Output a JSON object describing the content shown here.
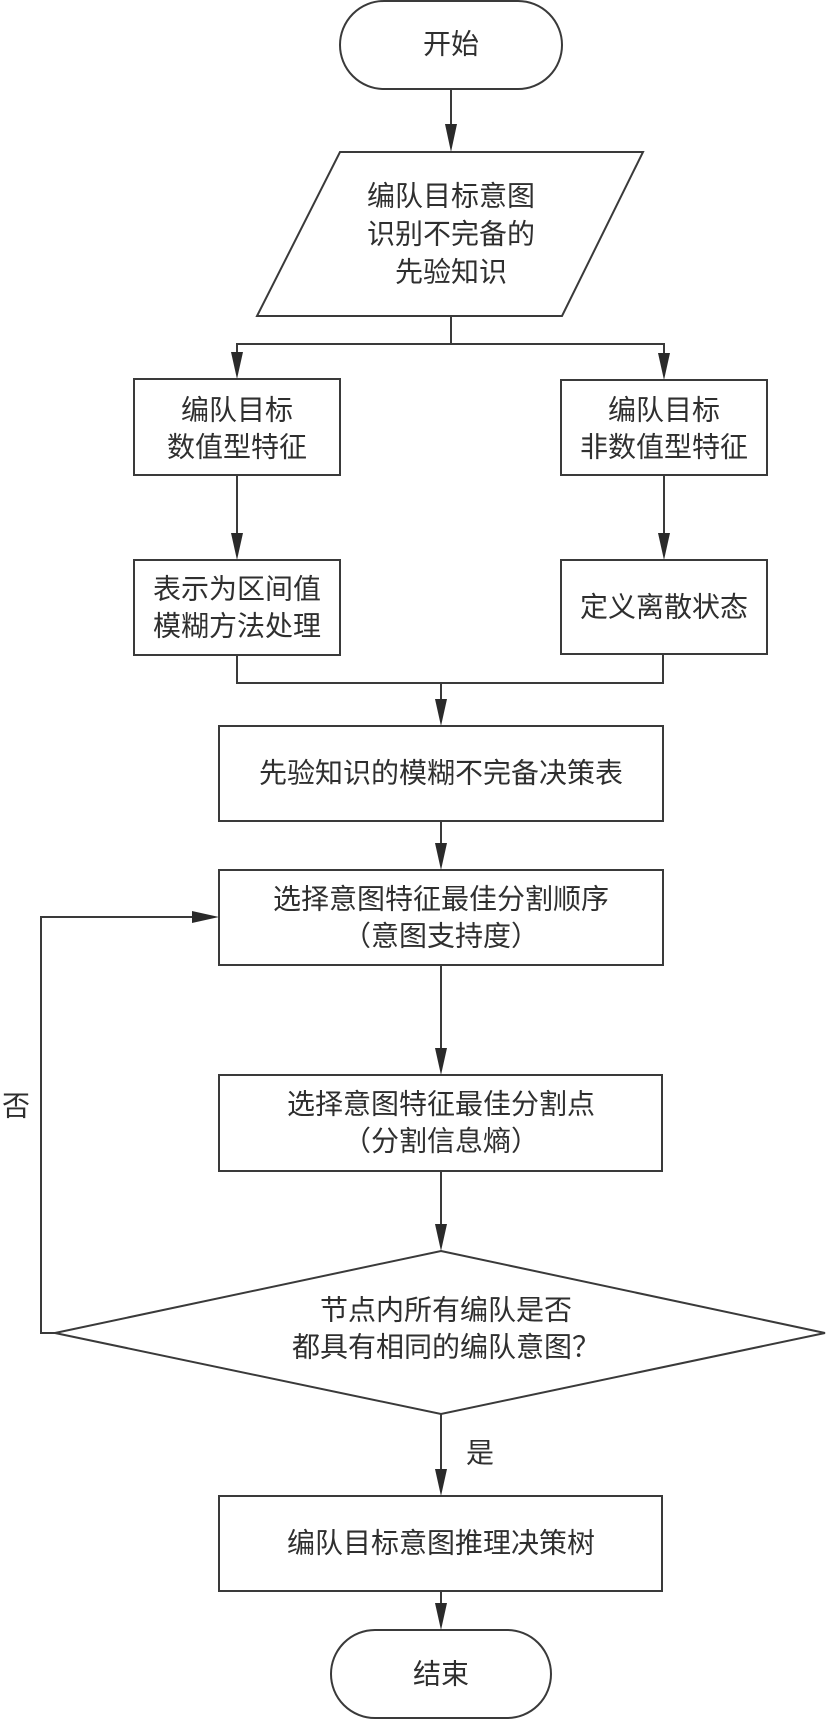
{
  "diagram": {
    "type": "flowchart",
    "nodes": {
      "start": {
        "shape": "terminal",
        "lines": [
          "开始"
        ]
      },
      "input": {
        "shape": "parallelogram",
        "lines": [
          "编队目标意图",
          "识别不完备的",
          "先验知识"
        ]
      },
      "numeric": {
        "shape": "process",
        "lines": [
          "编队目标",
          "数值型特征"
        ]
      },
      "non_numeric": {
        "shape": "process",
        "lines": [
          "编队目标",
          "非数值型特征"
        ]
      },
      "interval": {
        "shape": "process",
        "lines": [
          "表示为区间值",
          "模糊方法处理"
        ]
      },
      "discrete": {
        "shape": "process",
        "lines": [
          "定义离散状态"
        ]
      },
      "table": {
        "shape": "process",
        "lines": [
          "先验知识的模糊不完备决策表"
        ]
      },
      "order": {
        "shape": "process",
        "lines": [
          "选择意图特征最佳分割顺序",
          "（意图支持度）"
        ]
      },
      "split": {
        "shape": "process",
        "lines": [
          "选择意图特征最佳分割点",
          "（分割信息熵）"
        ]
      },
      "decision": {
        "shape": "decision",
        "lines": [
          "节点内所有编队是否",
          "都具有相同的编队意图？"
        ]
      },
      "tree": {
        "shape": "process",
        "lines": [
          "编队目标意图推理决策树"
        ]
      },
      "end": {
        "shape": "terminal",
        "lines": [
          "结束"
        ]
      }
    },
    "edges": [
      {
        "from": "start",
        "to": "input",
        "label": ""
      },
      {
        "from": "input",
        "to": "numeric",
        "label": ""
      },
      {
        "from": "input",
        "to": "non_numeric",
        "label": ""
      },
      {
        "from": "numeric",
        "to": "interval",
        "label": ""
      },
      {
        "from": "non_numeric",
        "to": "discrete",
        "label": ""
      },
      {
        "from": "interval",
        "to": "table",
        "label": ""
      },
      {
        "from": "discrete",
        "to": "table",
        "label": ""
      },
      {
        "from": "table",
        "to": "order",
        "label": ""
      },
      {
        "from": "order",
        "to": "split",
        "label": ""
      },
      {
        "from": "split",
        "to": "decision",
        "label": ""
      },
      {
        "from": "decision",
        "to": "order",
        "label": "否"
      },
      {
        "from": "decision",
        "to": "tree",
        "label": "是"
      },
      {
        "from": "tree",
        "to": "end",
        "label": ""
      }
    ],
    "labels": {
      "no": "否",
      "yes": "是"
    }
  }
}
